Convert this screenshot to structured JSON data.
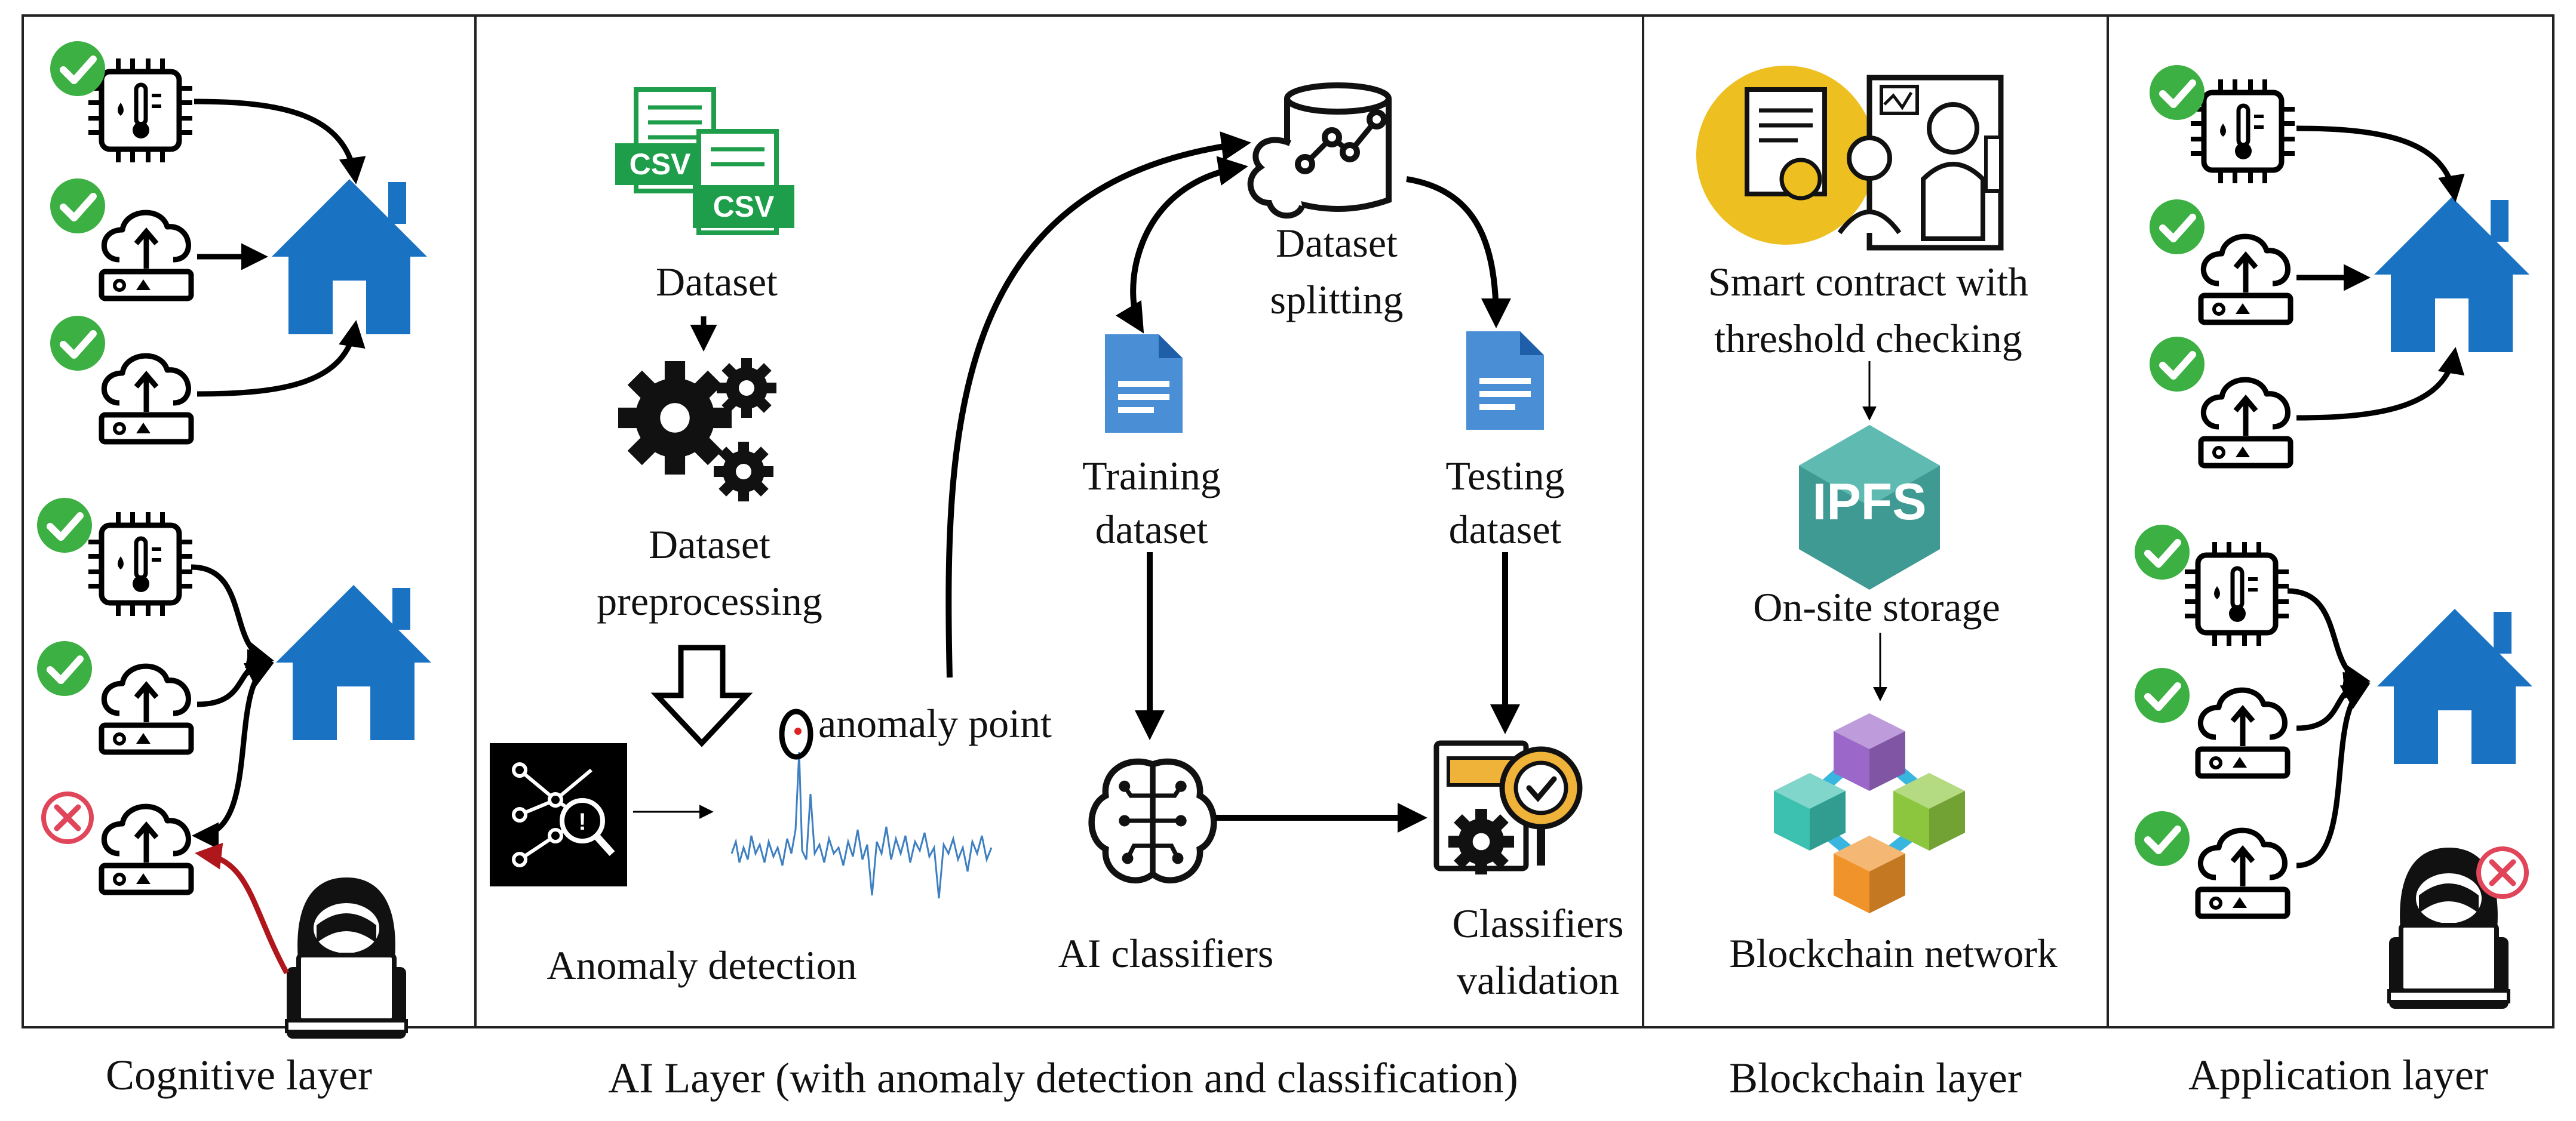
{
  "layers": {
    "cognitive": "Cognitive layer",
    "ai": "AI Layer (with anomaly detection and classification)",
    "blockchain": "Blockchain layer",
    "application": "Application layer"
  },
  "ai": {
    "csv1": "CSV",
    "csv2": "CSV",
    "dataset": "Dataset",
    "preprocessing_line1": "Dataset",
    "preprocessing_line2": "preprocessing",
    "anomaly_point": "anomaly point",
    "anomaly_detection": "Anomaly detection",
    "splitting_line1": "Dataset",
    "splitting_line2": "splitting",
    "training_line1": "Training",
    "training_line2": "dataset",
    "testing_line1": "Testing",
    "testing_line2": "dataset",
    "classifiers": "AI classifiers",
    "validation_line1": "Classifiers",
    "validation_line2": "validation"
  },
  "blockchain": {
    "contract_line1": "Smart contract with",
    "contract_line2": "threshold checking",
    "ipfs": "IPFS",
    "storage": "On-site storage",
    "network": "Blockchain network"
  },
  "colors": {
    "house": "#1a72c2",
    "check": "#3cb043",
    "cross": "#e0455a",
    "csv": "#1e9e4a",
    "gold": "#eebf20",
    "ipfs": "#3f9a93",
    "attack_arrow": "#b0171d",
    "signal": "#3d7fc1"
  }
}
